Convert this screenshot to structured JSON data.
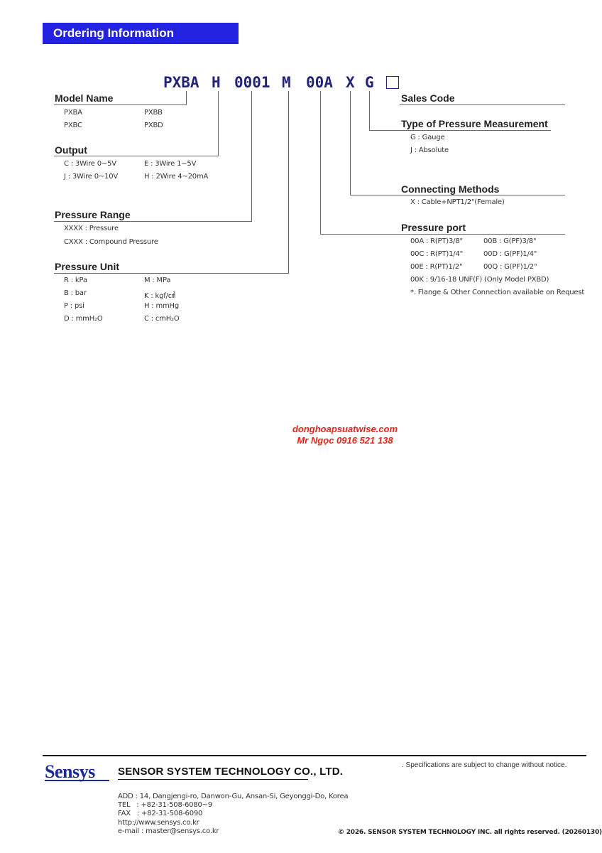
{
  "banner_title": "Ordering Information",
  "code_parts": [
    "PXBA",
    "H",
    "0001",
    "M",
    "00A",
    "X",
    "G"
  ],
  "sections": {
    "model_name": {
      "title": "Model Name",
      "items": [
        "PXBA",
        "PXBB",
        "PXBC",
        "PXBD"
      ]
    },
    "output": {
      "title": "Output",
      "items": [
        "C : 3Wire 0~5V",
        "E : 3Wire 1~5V",
        "J : 3Wire 0~10V",
        "H : 2Wire 4~20mA"
      ]
    },
    "pressure_range": {
      "title": "Pressure Range",
      "items": [
        "XXXX : Pressure",
        "CXXX : Compound Pressure"
      ]
    },
    "pressure_unit": {
      "title": "Pressure Unit",
      "items": [
        "R : kPa",
        "M : MPa",
        "B : bar",
        "K : kgf/㎠",
        "P : psi",
        "H : mmHg",
        "D : mmH₂O",
        "C : cmH₂O"
      ]
    },
    "sales_code": {
      "title": "Sales Code"
    },
    "measurement_type": {
      "title": "Type of Pressure Measurement",
      "items": [
        "G : Gauge",
        "J : Absolute"
      ]
    },
    "connecting_methods": {
      "title": "Connecting Methods",
      "items": [
        "X : Cable+NPT1/2\"(Female)"
      ]
    },
    "pressure_port": {
      "title": "Pressure port",
      "items": [
        "00A : R(PT)3/8\"",
        "00B : G(PF)3/8\"",
        "00C : R(PT)1/4\"",
        "00D : G(PF)1/4\"",
        "00E : R(PT)1/2\"",
        "00Q : G(PF)1/2\""
      ],
      "extra": [
        "00K : 9/16-18 UNF(F) (Only Model PXBD)",
        "*. Flange & Other Connection available on Request"
      ]
    }
  },
  "watermark": {
    "line1": "donghoapsuatwise.com",
    "line2": "Mr Ngọc 0916 521 138"
  },
  "footer": {
    "logo": "Sensys",
    "company": "SENSOR SYSTEM TECHNOLOGY CO., LTD.",
    "notice": ". Specifications are subject to change without notice.",
    "address": "ADD : 14, Dangjengi-ro, Danwon-Gu, Ansan-Si, Geyonggi-Do, Korea",
    "tel": "TEL   : +82-31-508-6080~9",
    "fax": "FAX   : +82-31-508-6090",
    "web": "http://www.sensys.co.kr",
    "email": "e-mail : master@sensys.co.kr",
    "copyright": "© 2026. SENSOR SYSTEM TECHNOLOGY INC. all rights reserved. (20260130)"
  },
  "colors": {
    "banner": "#2222e0",
    "code": "#23237a",
    "watermark": "#e8241c",
    "logo": "#1a2a9a"
  }
}
